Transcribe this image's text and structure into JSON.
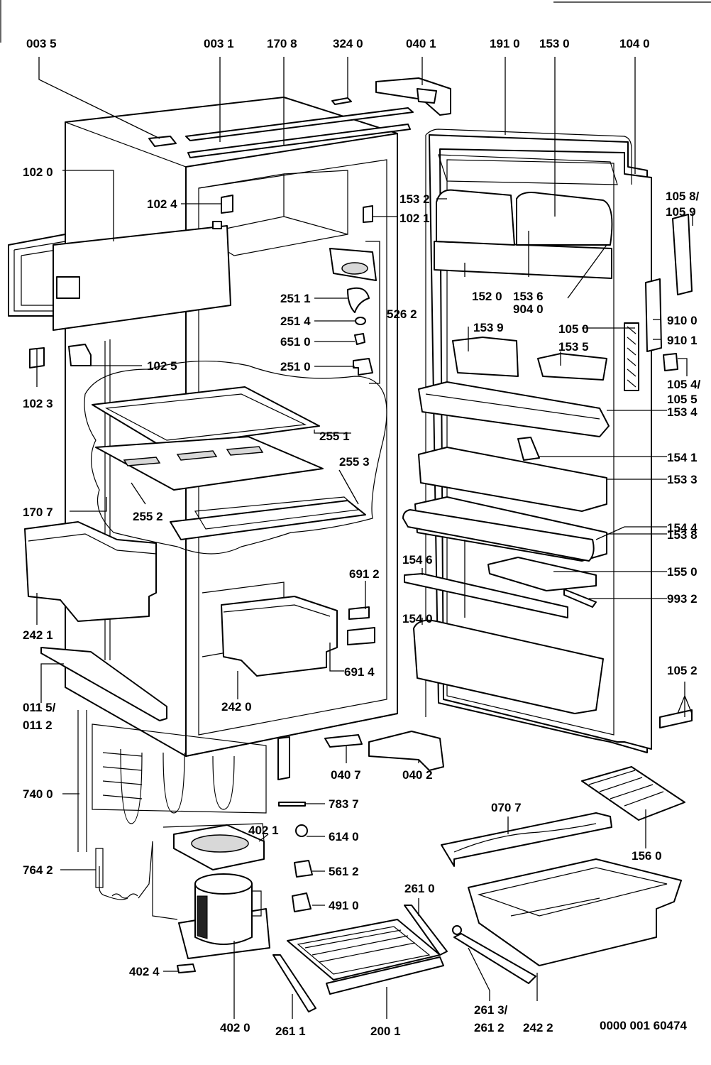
{
  "drawing_number": "0000 001 60474",
  "callouts": [
    {
      "id": "0035",
      "text": "003 5"
    },
    {
      "id": "0031",
      "text": "003 1"
    },
    {
      "id": "1708",
      "text": "170 8"
    },
    {
      "id": "3240",
      "text": "324 0"
    },
    {
      "id": "0401",
      "text": "040 1"
    },
    {
      "id": "1910",
      "text": "191 0"
    },
    {
      "id": "1530",
      "text": "153 0"
    },
    {
      "id": "1040",
      "text": "104 0"
    },
    {
      "id": "1020",
      "text": "102 0"
    },
    {
      "id": "1024",
      "text": "102 4"
    },
    {
      "id": "1021",
      "text": "102 1"
    },
    {
      "id": "1532",
      "text": "153 2"
    },
    {
      "id": "1058",
      "text": "105 8/"
    },
    {
      "id": "1059",
      "text": "105 9"
    },
    {
      "id": "1520",
      "text": "152 0"
    },
    {
      "id": "1536",
      "text": "153 6"
    },
    {
      "id": "9040",
      "text": "904 0"
    },
    {
      "id": "2511",
      "text": "251 1"
    },
    {
      "id": "2514",
      "text": "251 4"
    },
    {
      "id": "6510",
      "text": "651 0"
    },
    {
      "id": "2510",
      "text": "251 0"
    },
    {
      "id": "5262",
      "text": "526 2"
    },
    {
      "id": "9100",
      "text": "910 0"
    },
    {
      "id": "9101",
      "text": "910 1"
    },
    {
      "id": "1539",
      "text": "153 9"
    },
    {
      "id": "1050",
      "text": "105 0"
    },
    {
      "id": "1535",
      "text": "153 5"
    },
    {
      "id": "1023",
      "text": "102 3"
    },
    {
      "id": "1025",
      "text": "102 5"
    },
    {
      "id": "1054",
      "text": "105 4/"
    },
    {
      "id": "1055",
      "text": "105 5"
    },
    {
      "id": "1534",
      "text": "153 4"
    },
    {
      "id": "2551",
      "text": "255 1"
    },
    {
      "id": "1541",
      "text": "154 1"
    },
    {
      "id": "2553",
      "text": "255 3"
    },
    {
      "id": "1533",
      "text": "153 3"
    },
    {
      "id": "1707",
      "text": "170 7"
    },
    {
      "id": "2552",
      "text": "255 2"
    },
    {
      "id": "1544",
      "text": "154 4"
    },
    {
      "id": "1538",
      "text": "153 8"
    },
    {
      "id": "1546",
      "text": "154 6"
    },
    {
      "id": "1550",
      "text": "155 0"
    },
    {
      "id": "6912",
      "text": "691 2"
    },
    {
      "id": "9932",
      "text": "993 2"
    },
    {
      "id": "2421",
      "text": "242 1"
    },
    {
      "id": "1540",
      "text": "154 0"
    },
    {
      "id": "6914",
      "text": "691 4"
    },
    {
      "id": "1052",
      "text": "105 2"
    },
    {
      "id": "0115",
      "text": "011 5/"
    },
    {
      "id": "0112",
      "text": "011 2"
    },
    {
      "id": "2420",
      "text": "242 0"
    },
    {
      "id": "0407",
      "text": "040 7"
    },
    {
      "id": "0402",
      "text": "040 2"
    },
    {
      "id": "7400",
      "text": "740 0"
    },
    {
      "id": "7837",
      "text": "783 7"
    },
    {
      "id": "0707",
      "text": "070 7"
    },
    {
      "id": "4021",
      "text": "402 1"
    },
    {
      "id": "6140",
      "text": "614 0"
    },
    {
      "id": "1560",
      "text": "156 0"
    },
    {
      "id": "7642",
      "text": "764 2"
    },
    {
      "id": "5612",
      "text": "561 2"
    },
    {
      "id": "2610",
      "text": "261 0"
    },
    {
      "id": "4910",
      "text": "491 0"
    },
    {
      "id": "4024",
      "text": "402 4"
    },
    {
      "id": "2613",
      "text": "261 3/"
    },
    {
      "id": "2612",
      "text": "261 2"
    },
    {
      "id": "4020",
      "text": "402 0"
    },
    {
      "id": "2611",
      "text": "261 1"
    },
    {
      "id": "2001",
      "text": "200 1"
    },
    {
      "id": "2422",
      "text": "242 2"
    }
  ]
}
